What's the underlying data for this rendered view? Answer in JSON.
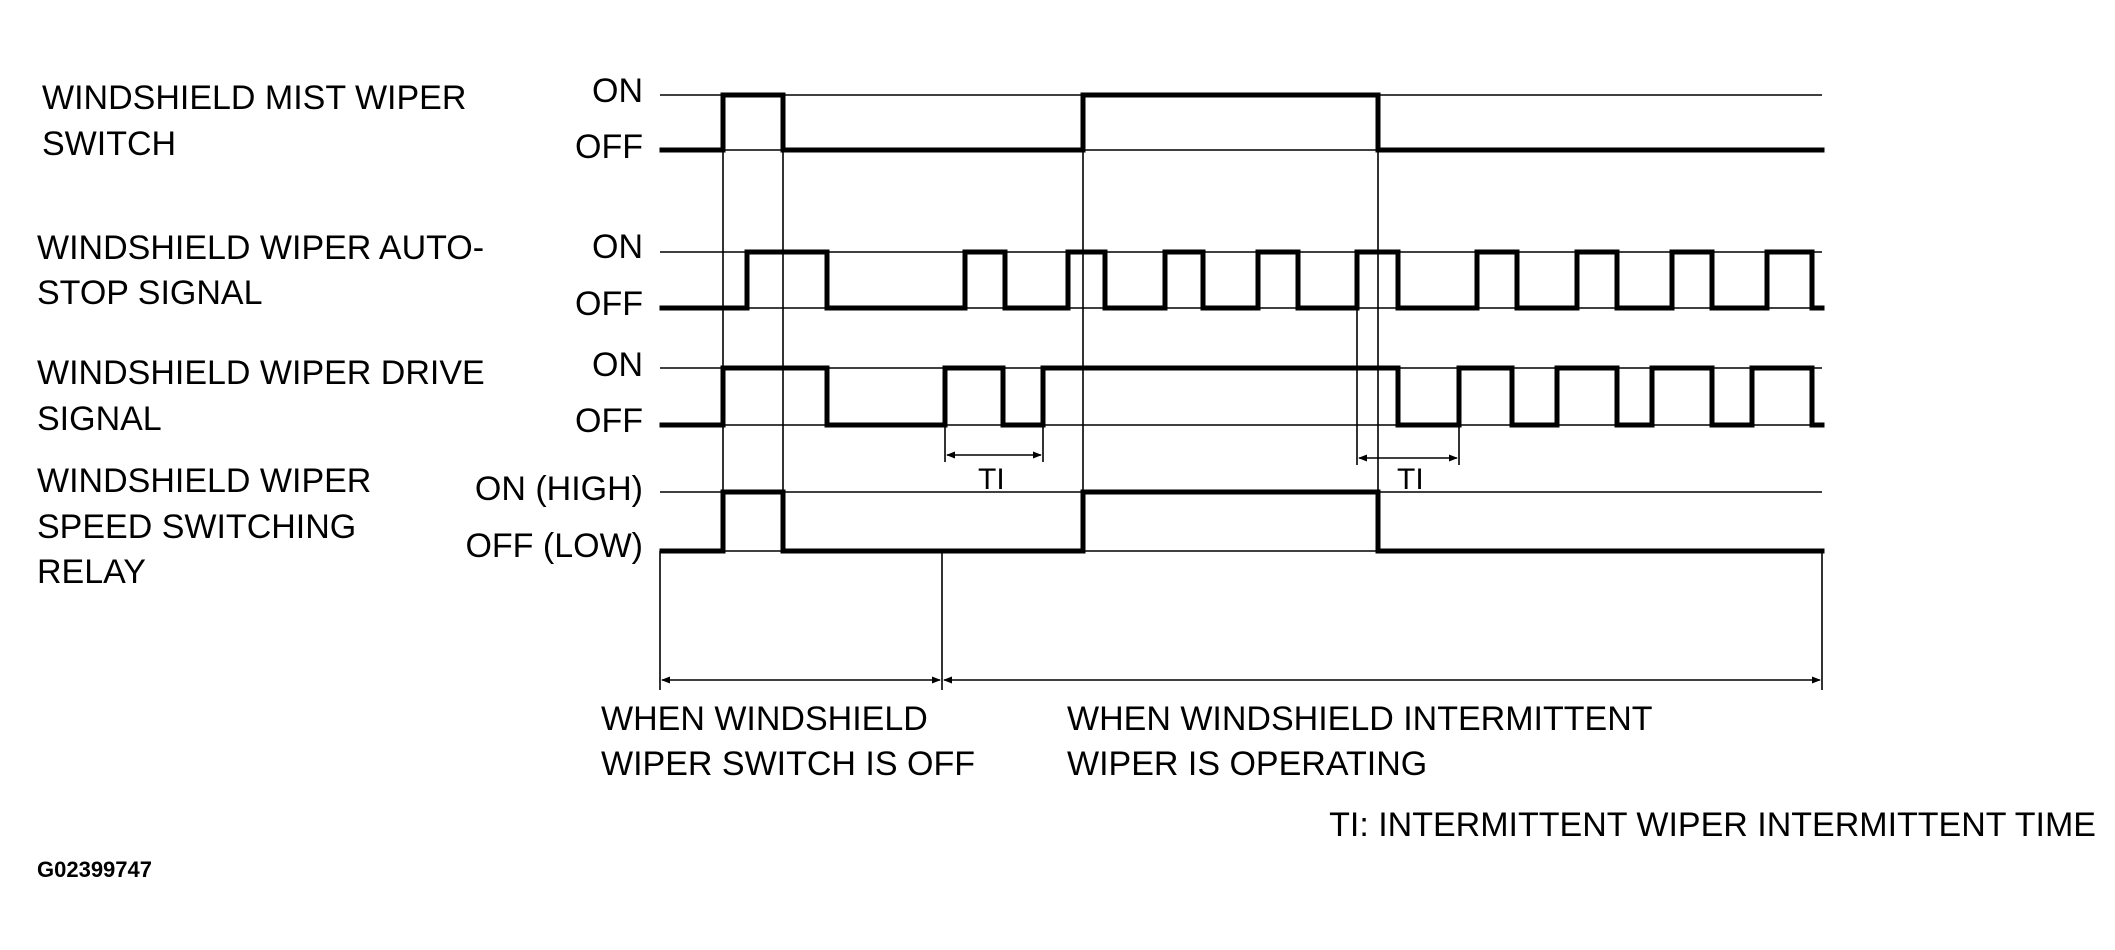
{
  "colors": {
    "line": "#000000",
    "background": "#ffffff"
  },
  "signals": [
    {
      "name_lines": [
        "WINDSHIELD MIST WIPER",
        "SWITCH"
      ],
      "high": "ON",
      "low": "OFF"
    },
    {
      "name_lines": [
        "WINDSHIELD WIPER AUTO-",
        "STOP SIGNAL"
      ],
      "high": "ON",
      "low": "OFF"
    },
    {
      "name_lines": [
        "WINDSHIELD WIPER DRIVE",
        "SIGNAL"
      ],
      "high": "ON",
      "low": "OFF"
    },
    {
      "name_lines": [
        "WINDSHIELD WIPER",
        "SPEED SWITCHING",
        "RELAY"
      ],
      "high": "ON (HIGH)",
      "low": "OFF (LOW)"
    }
  ],
  "ti_label": "TI",
  "periods": [
    {
      "lines": [
        "WHEN WINDSHIELD",
        "WIPER SWITCH IS OFF"
      ]
    },
    {
      "lines": [
        "WHEN WINDSHIELD INTERMITTENT",
        "WIPER IS OPERATING"
      ]
    }
  ],
  "footnote": "TI: INTERMITTENT WIPER INTERMITTENT TIME",
  "figure_code": "G02399747"
}
